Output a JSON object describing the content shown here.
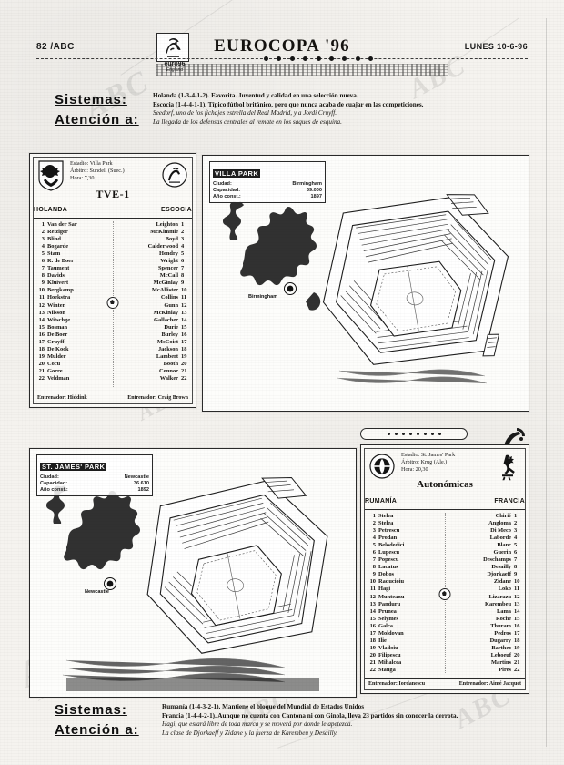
{
  "header": {
    "folio": "82 /ABC",
    "title": "EUROCOPA '96",
    "date": "LUNES 10-6-96",
    "logo_name": "euro96",
    "logo_sub": "England",
    "logo_icon": "euro96-lion-logo"
  },
  "top_commentary": {
    "label_systems": "Sistemas:",
    "label_watch": "Atención a:",
    "lines": [
      "Holanda (1-3-4-1-2). Favorita. Juventud y calidad en una selección nueva.",
      "Escocia (1-4-4-1-1). Típico fútbol británico, pero que nunca acaba de cuajar en las competiciones.",
      "Seedorf, uno de los fichajes estrella del Real Madrid, y a Jordi Cruyff.",
      "La llegada de los defensas centrales al remate en los saques de esquina."
    ]
  },
  "bottom_commentary": {
    "label_systems": "Sistemas:",
    "label_watch": "Atención a:",
    "lines": [
      "Rumanía (1-4-3-2-1). Mantiene el bloque del Mundial de Estados Unidos",
      "Francia (1-4-4-2-1). Aunque no cuenta con Cantona ni con Ginola, lleva 23 partidos sin conocer la derrota.",
      "Hagi, que estará libre de toda marca y se moverá por donde le apetezca.",
      "La clase de Djorkaeff y Zidane y la fuerza de Karembeu y Desailly."
    ]
  },
  "match_top": {
    "stadium_label": "Estadio:",
    "stadium": "Villa Park",
    "referee_label": "Árbitro:",
    "referee": "Sundell (Suec.)",
    "time_label": "Hora:",
    "time": "7,30",
    "channel": "TVE-1",
    "home_team": "HOLANDA",
    "away_team": "ESCOCIA",
    "home_crest_icon": "netherlands-lion-crest",
    "away_crest_icon": "scotland-lion-crest",
    "coach_label_home": "Entrenador:",
    "coach_home": "Hiddink",
    "coach_label_away": "Entrenador:",
    "coach_away": "Craig Brown",
    "players": [
      {
        "n": 1,
        "home": "Van der Sar",
        "away": "Leighton"
      },
      {
        "n": 2,
        "home": "Reiziger",
        "away": "McKimmie"
      },
      {
        "n": 3,
        "home": "Blind",
        "away": "Boyd"
      },
      {
        "n": 4,
        "home": "Bogarde",
        "away": "Calderwood"
      },
      {
        "n": 5,
        "home": "Stam",
        "away": "Hendry"
      },
      {
        "n": 6,
        "home": "R. de Boer",
        "away": "Wright"
      },
      {
        "n": 7,
        "home": "Taument",
        "away": "Spencer"
      },
      {
        "n": 8,
        "home": "Davids",
        "away": "McCall"
      },
      {
        "n": 9,
        "home": "Kluivert",
        "away": "McGinlay"
      },
      {
        "n": 10,
        "home": "Bergkamp",
        "away": "McAllister"
      },
      {
        "n": 11,
        "home": "Hoekstra",
        "away": "Collins"
      },
      {
        "n": 12,
        "home": "Winter",
        "away": "Gunn"
      },
      {
        "n": 13,
        "home": "Nilsson",
        "away": "McKinlay"
      },
      {
        "n": 14,
        "home": "Witschge",
        "away": "Gallacher"
      },
      {
        "n": 15,
        "home": "Bosman",
        "away": "Durie"
      },
      {
        "n": 16,
        "home": "De Boer",
        "away": "Burley"
      },
      {
        "n": 17,
        "home": "Cruyff",
        "away": "McCoist"
      },
      {
        "n": 18,
        "home": "De Kock",
        "away": "Jackson"
      },
      {
        "n": 19,
        "home": "Mulder",
        "away": "Lambert"
      },
      {
        "n": 20,
        "home": "Cocu",
        "away": "Booth"
      },
      {
        "n": 21,
        "home": "Gorre",
        "away": "Connor"
      },
      {
        "n": 22,
        "home": "Veldman",
        "away": "Walker"
      }
    ]
  },
  "match_bottom": {
    "stadium_label": "Estadio:",
    "stadium": "St. James' Park",
    "referee_label": "Árbitro:",
    "referee": "Krug (Ale.)",
    "time_label": "Hora:",
    "time": "20,30",
    "channel": "Autonómicas",
    "home_team": "RUMANÍA",
    "away_team": "FRANCIA",
    "home_crest_icon": "romania-crest",
    "away_crest_icon": "france-rooster-crest",
    "coach_label_home": "Entrenador:",
    "coach_home": "Iordanescu",
    "coach_label_away": "Entrenador:",
    "coach_away": "Aimé Jacquet",
    "players": [
      {
        "n": 1,
        "home": "Stelea",
        "away": "Chirié"
      },
      {
        "n": 2,
        "home": "Stelea",
        "away": "Angloma"
      },
      {
        "n": 3,
        "home": "Petrescu",
        "away": "Di Meco"
      },
      {
        "n": 4,
        "home": "Prodan",
        "away": "Laborde"
      },
      {
        "n": 5,
        "home": "Belodedici",
        "away": "Blanc"
      },
      {
        "n": 6,
        "home": "Lupescu",
        "away": "Guerin"
      },
      {
        "n": 7,
        "home": "Popescu",
        "away": "Deschamps"
      },
      {
        "n": 8,
        "home": "Lacatus",
        "away": "Desailly"
      },
      {
        "n": 9,
        "home": "Dobos",
        "away": "Djorkaeff"
      },
      {
        "n": 10,
        "home": "Raducioiu",
        "away": "Zidane"
      },
      {
        "n": 11,
        "home": "Hagi",
        "away": "Loko"
      },
      {
        "n": 12,
        "home": "Munteanu",
        "away": "Lizarazu"
      },
      {
        "n": 13,
        "home": "Panduru",
        "away": "Karembeu"
      },
      {
        "n": 14,
        "home": "Prunea",
        "away": "Lama"
      },
      {
        "n": 15,
        "home": "Selymes",
        "away": "Roche"
      },
      {
        "n": 16,
        "home": "Galca",
        "away": "Thuram"
      },
      {
        "n": 17,
        "home": "Moldovan",
        "away": "Pedros"
      },
      {
        "n": 18,
        "home": "Ilie",
        "away": "Dugarry"
      },
      {
        "n": 19,
        "home": "Vladoiu",
        "away": "Barthez"
      },
      {
        "n": 20,
        "home": "Filipescu",
        "away": "Leboeuf"
      },
      {
        "n": 21,
        "home": "Mihalcea",
        "away": "Martins"
      },
      {
        "n": 22,
        "home": "Stanga",
        "away": "Pires"
      }
    ]
  },
  "stadium_top": {
    "name": "VILLA PARK",
    "rows": [
      {
        "k": "Ciudad:",
        "v": "Birmingham"
      },
      {
        "k": "Capacidad:",
        "v": "39.000"
      },
      {
        "k": "Año const.:",
        "v": "1897"
      }
    ],
    "city_marker": "Birmingham",
    "map_icon": "villa-park-aerial-view"
  },
  "stadium_bottom": {
    "name": "ST. JAMES' PARK",
    "rows": [
      {
        "k": "Ciudad:",
        "v": "Newcastle"
      },
      {
        "k": "Capacidad:",
        "v": "36.610"
      },
      {
        "k": "Año const.:",
        "v": "1892"
      }
    ],
    "city_marker": "Newcastle",
    "map_icon": "st-james-park-aerial-view"
  },
  "watermark": {
    "text": "ABC"
  }
}
